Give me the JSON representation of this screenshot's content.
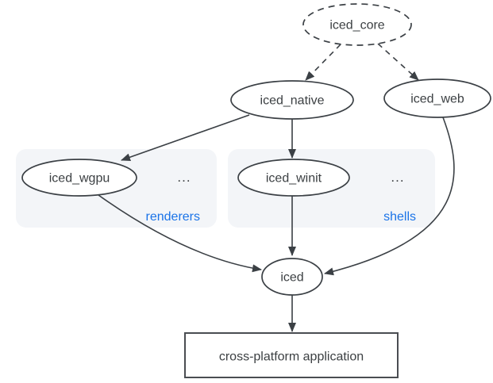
{
  "diagram": {
    "type": "dependency-graph",
    "nodes": {
      "iced_core": {
        "label": "iced_core",
        "shape": "ellipse-dashed"
      },
      "iced_native": {
        "label": "iced_native",
        "shape": "ellipse"
      },
      "iced_web": {
        "label": "iced_web",
        "shape": "ellipse"
      },
      "iced_wgpu": {
        "label": "iced_wgpu",
        "shape": "ellipse",
        "cluster": "renderers"
      },
      "iced_winit": {
        "label": "iced_winit",
        "shape": "ellipse",
        "cluster": "shells"
      },
      "iced": {
        "label": "iced",
        "shape": "ellipse"
      },
      "application": {
        "label": "cross-platform application",
        "shape": "rect"
      }
    },
    "clusters": {
      "renderers": {
        "label": "renderers",
        "ellipsis": "..."
      },
      "shells": {
        "label": "shells",
        "ellipsis": "..."
      }
    },
    "edges": [
      {
        "from": "iced_core",
        "to": "iced_native",
        "style": "dashed"
      },
      {
        "from": "iced_core",
        "to": "iced_web",
        "style": "dashed"
      },
      {
        "from": "iced_native",
        "to": "iced_wgpu",
        "style": "solid"
      },
      {
        "from": "iced_native",
        "to": "iced_winit",
        "style": "solid"
      },
      {
        "from": "iced_wgpu",
        "to": "iced",
        "style": "solid"
      },
      {
        "from": "iced_winit",
        "to": "iced",
        "style": "solid"
      },
      {
        "from": "iced_web",
        "to": "iced",
        "style": "solid"
      },
      {
        "from": "iced",
        "to": "application",
        "style": "solid"
      }
    ],
    "colors": {
      "background": "#ffffff",
      "node_stroke": "#3b4045",
      "text": "#3c4043",
      "cluster_fill": "#f3f5f8",
      "cluster_label_blue": "#1a73e8"
    }
  }
}
